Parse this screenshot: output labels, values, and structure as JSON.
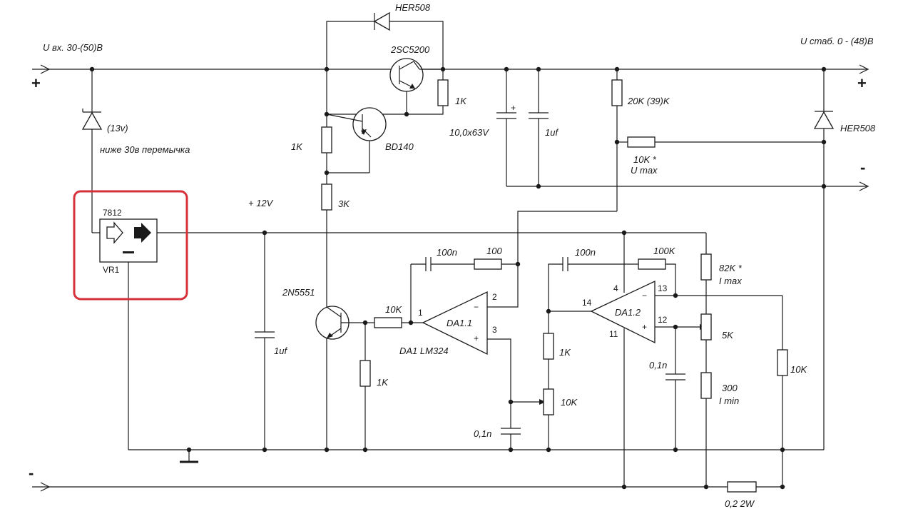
{
  "labels": {
    "u_in": "U вх.  30-(50)В",
    "u_out": "U стаб. 0 - (48)В",
    "plus_left": "+",
    "plus_right": "+",
    "minus_left": "-",
    "minus_right": "-",
    "zener": "(13v)",
    "zener_note": "ниже 30в перемычка",
    "reg_name": "7812",
    "reg_ref": "VR1",
    "plus12": "+ 12V",
    "d_top": "HER508",
    "q_top": "2SC5200",
    "r_1k_top": "1K",
    "q_bd": "BD140",
    "r_1k_left": "1K",
    "r_3k": "3K",
    "c_big": "10,0x63V",
    "c_1uf_top": "1uf",
    "r_20k": "20K (39)K",
    "r_10k_umax": "10K *",
    "umax": "U max",
    "d_right": "HER508",
    "q_2n": "2N5551",
    "c_1uf_low": "1uf",
    "r_10k_da": "10K",
    "r_1k_emit": "1K",
    "c_100n_1": "100n",
    "r_100": "100",
    "da11": "DA1.1",
    "da1_lm": "DA1 LM324",
    "c_01n_1": "0,1n",
    "c_100n_2": "100n",
    "r_100k": "100K",
    "da12": "DA1.2",
    "r_1k_da2": "1K",
    "r_10k_pot": "10K",
    "c_01n_2": "0,1n",
    "r_82k": "82K *",
    "imax": "I max",
    "r_5k": "5K",
    "r_300": "300",
    "imin": "I min",
    "r_10k_right": "10K",
    "r_shunt": "0,2 2W",
    "pin1": "1",
    "pin2": "2",
    "pin3": "3",
    "pin4": "4",
    "pin11": "11",
    "pin12": "12",
    "pin13": "13",
    "pin14": "14",
    "op_minus_1": "−",
    "op_plus_1": "+",
    "op_minus_2": "−",
    "op_plus_2": "+",
    "cap_plus": "+"
  },
  "highlight_color": "#d6313b"
}
